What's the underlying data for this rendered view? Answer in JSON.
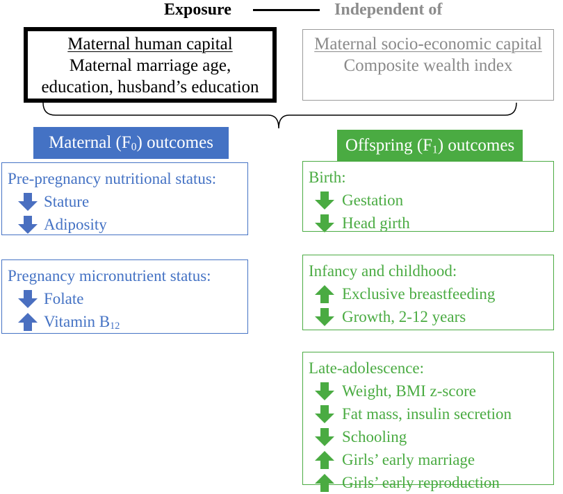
{
  "header": {
    "exposure": "Exposure",
    "independent_of": "Independent of"
  },
  "human_capital": {
    "title": "Maternal human capital",
    "line1": "Maternal marriage age,",
    "line2": "education, husband’s education"
  },
  "socio_capital": {
    "title": "Maternal socio-economic capital",
    "line1": "Composite wealth index"
  },
  "maternal_header": {
    "prefix": "Maternal (F",
    "sub": "0",
    "suffix": ") outcomes"
  },
  "offspring_header": {
    "prefix": "Offspring (F",
    "sub": "1",
    "suffix": ") outcomes"
  },
  "maternal_groups": [
    {
      "title": "Pre-pregnancy nutritional status:",
      "items": [
        {
          "label": "Stature",
          "direction": "down"
        },
        {
          "label": "Adiposity",
          "direction": "down"
        }
      ]
    },
    {
      "title": "Pregnancy micronutrient status:",
      "items": [
        {
          "label": "Folate",
          "direction": "down"
        },
        {
          "label": "Vitamin B",
          "sub": "12",
          "direction": "up"
        }
      ]
    }
  ],
  "offspring_groups": [
    {
      "title": "Birth:",
      "items": [
        {
          "label": "Gestation",
          "direction": "down"
        },
        {
          "label": "Head girth",
          "direction": "down"
        }
      ]
    },
    {
      "title": "Infancy and childhood:",
      "items": [
        {
          "label": "Exclusive breastfeeding",
          "direction": "up"
        },
        {
          "label": "Growth, 2-12 years",
          "direction": "down"
        }
      ]
    },
    {
      "title": "Late-adolescence:",
      "items": [
        {
          "label": "Weight, BMI z-score",
          "direction": "down"
        },
        {
          "label": "Fat mass, insulin secretion",
          "direction": "down"
        },
        {
          "label": "Schooling",
          "direction": "down"
        },
        {
          "label": "Girls’ early marriage",
          "direction": "up"
        },
        {
          "label": "Girls’ early reproduction",
          "direction": "up"
        }
      ]
    }
  ],
  "colors": {
    "maternal": "#4472c4",
    "maternal_arrow": "#4a6fc0",
    "offspring": "#4aab42",
    "offspring_arrow": "#4aab42",
    "independent": "#8c8c8c"
  }
}
